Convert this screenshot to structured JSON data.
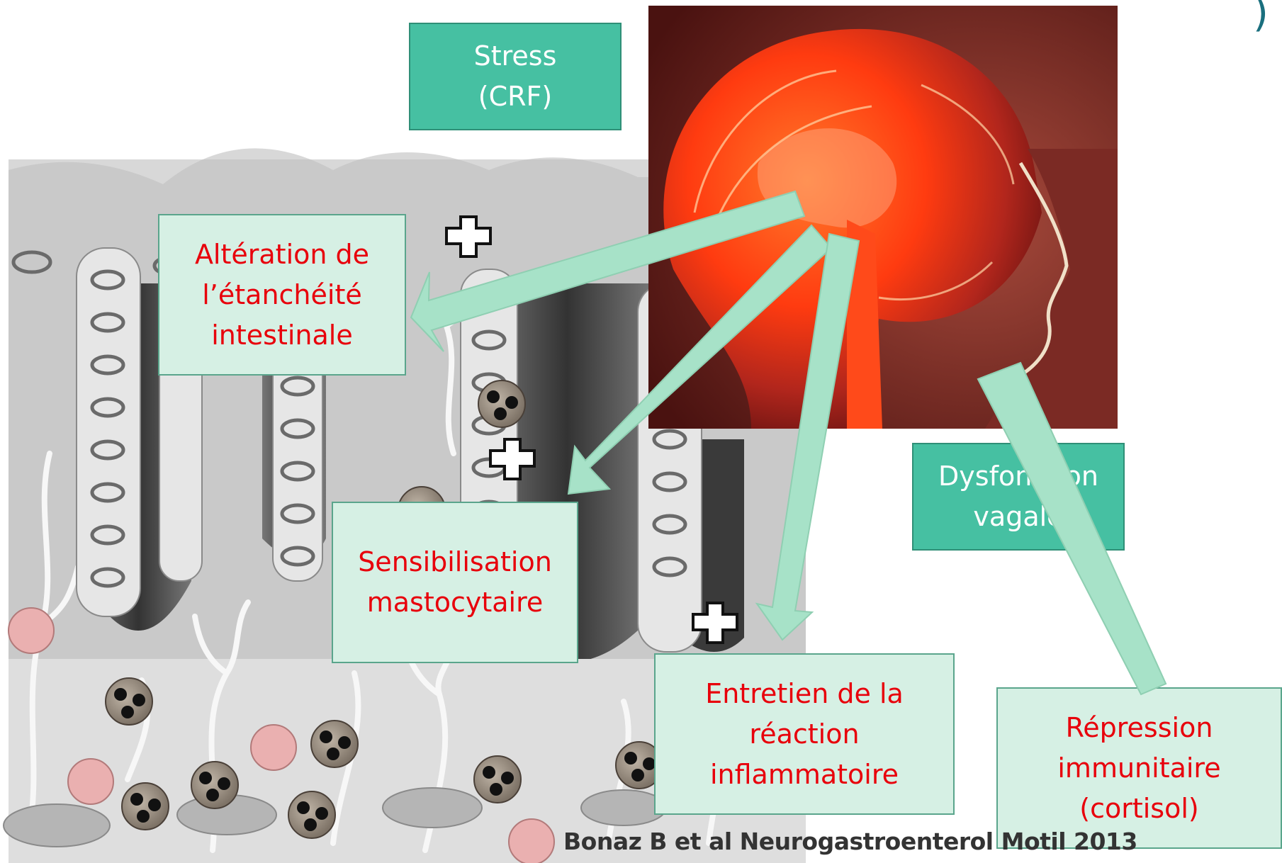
{
  "boxes": {
    "stress": "Stress\n(CRF)",
    "alteration": "Altération de\nl’étanchéité\nintestinale",
    "sensibilisation": "Sensibilisation\nmastocytaire",
    "entretien": "Entretien de la\nréaction\ninflammatoire",
    "dysfonction": "Dysfonction\nvagale",
    "repression": "Répression\nimmunitaire\n(cortisol)"
  },
  "citation": "Bonaz B et al Neurogastroenterol Motil 2013",
  "corner_glyph": ")",
  "colors": {
    "title_box": "#46c0a2",
    "effect_box": "#d6f0e4",
    "effect_text": "#e8000b",
    "arrow": "#a7e2c8",
    "corner_glyph": "#1a6f7e"
  },
  "icons": {
    "plus": "plus-sign-icon",
    "brain": "brain-head-illustration",
    "intestine": "intestinal-crypt-illustration"
  }
}
